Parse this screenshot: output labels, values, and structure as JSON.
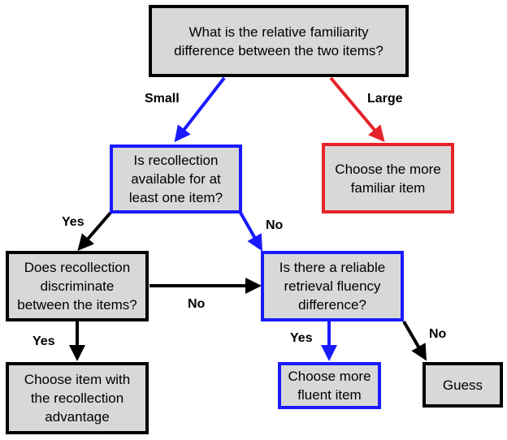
{
  "nodes": {
    "root": "What is the relative familiarity\ndifference between the two items?",
    "recollection_available": "Is recollection\navailable for at\nleast one item?",
    "choose_familiar": "Choose the more\nfamiliar item",
    "recollection_discriminate": "Does recollection\ndiscriminate\nbetween the items?",
    "fluency_difference": "Is there a reliable\nretrieval fluency\ndifference?",
    "choose_recollection": "Choose item with\nthe recollection\nadvantage",
    "choose_fluent": "Choose more\nfluent item",
    "guess": "Guess"
  },
  "edge_labels": {
    "small": "Small",
    "large": "Large",
    "yes_1": "Yes",
    "no_1": "No",
    "no_2": "No",
    "yes_2": "Yes",
    "yes_3": "Yes",
    "no_3": "No"
  },
  "colors": {
    "black": "#000000",
    "blue": "#1a1aff",
    "red": "#e6232b",
    "box_fill": "#d8d8d8"
  }
}
